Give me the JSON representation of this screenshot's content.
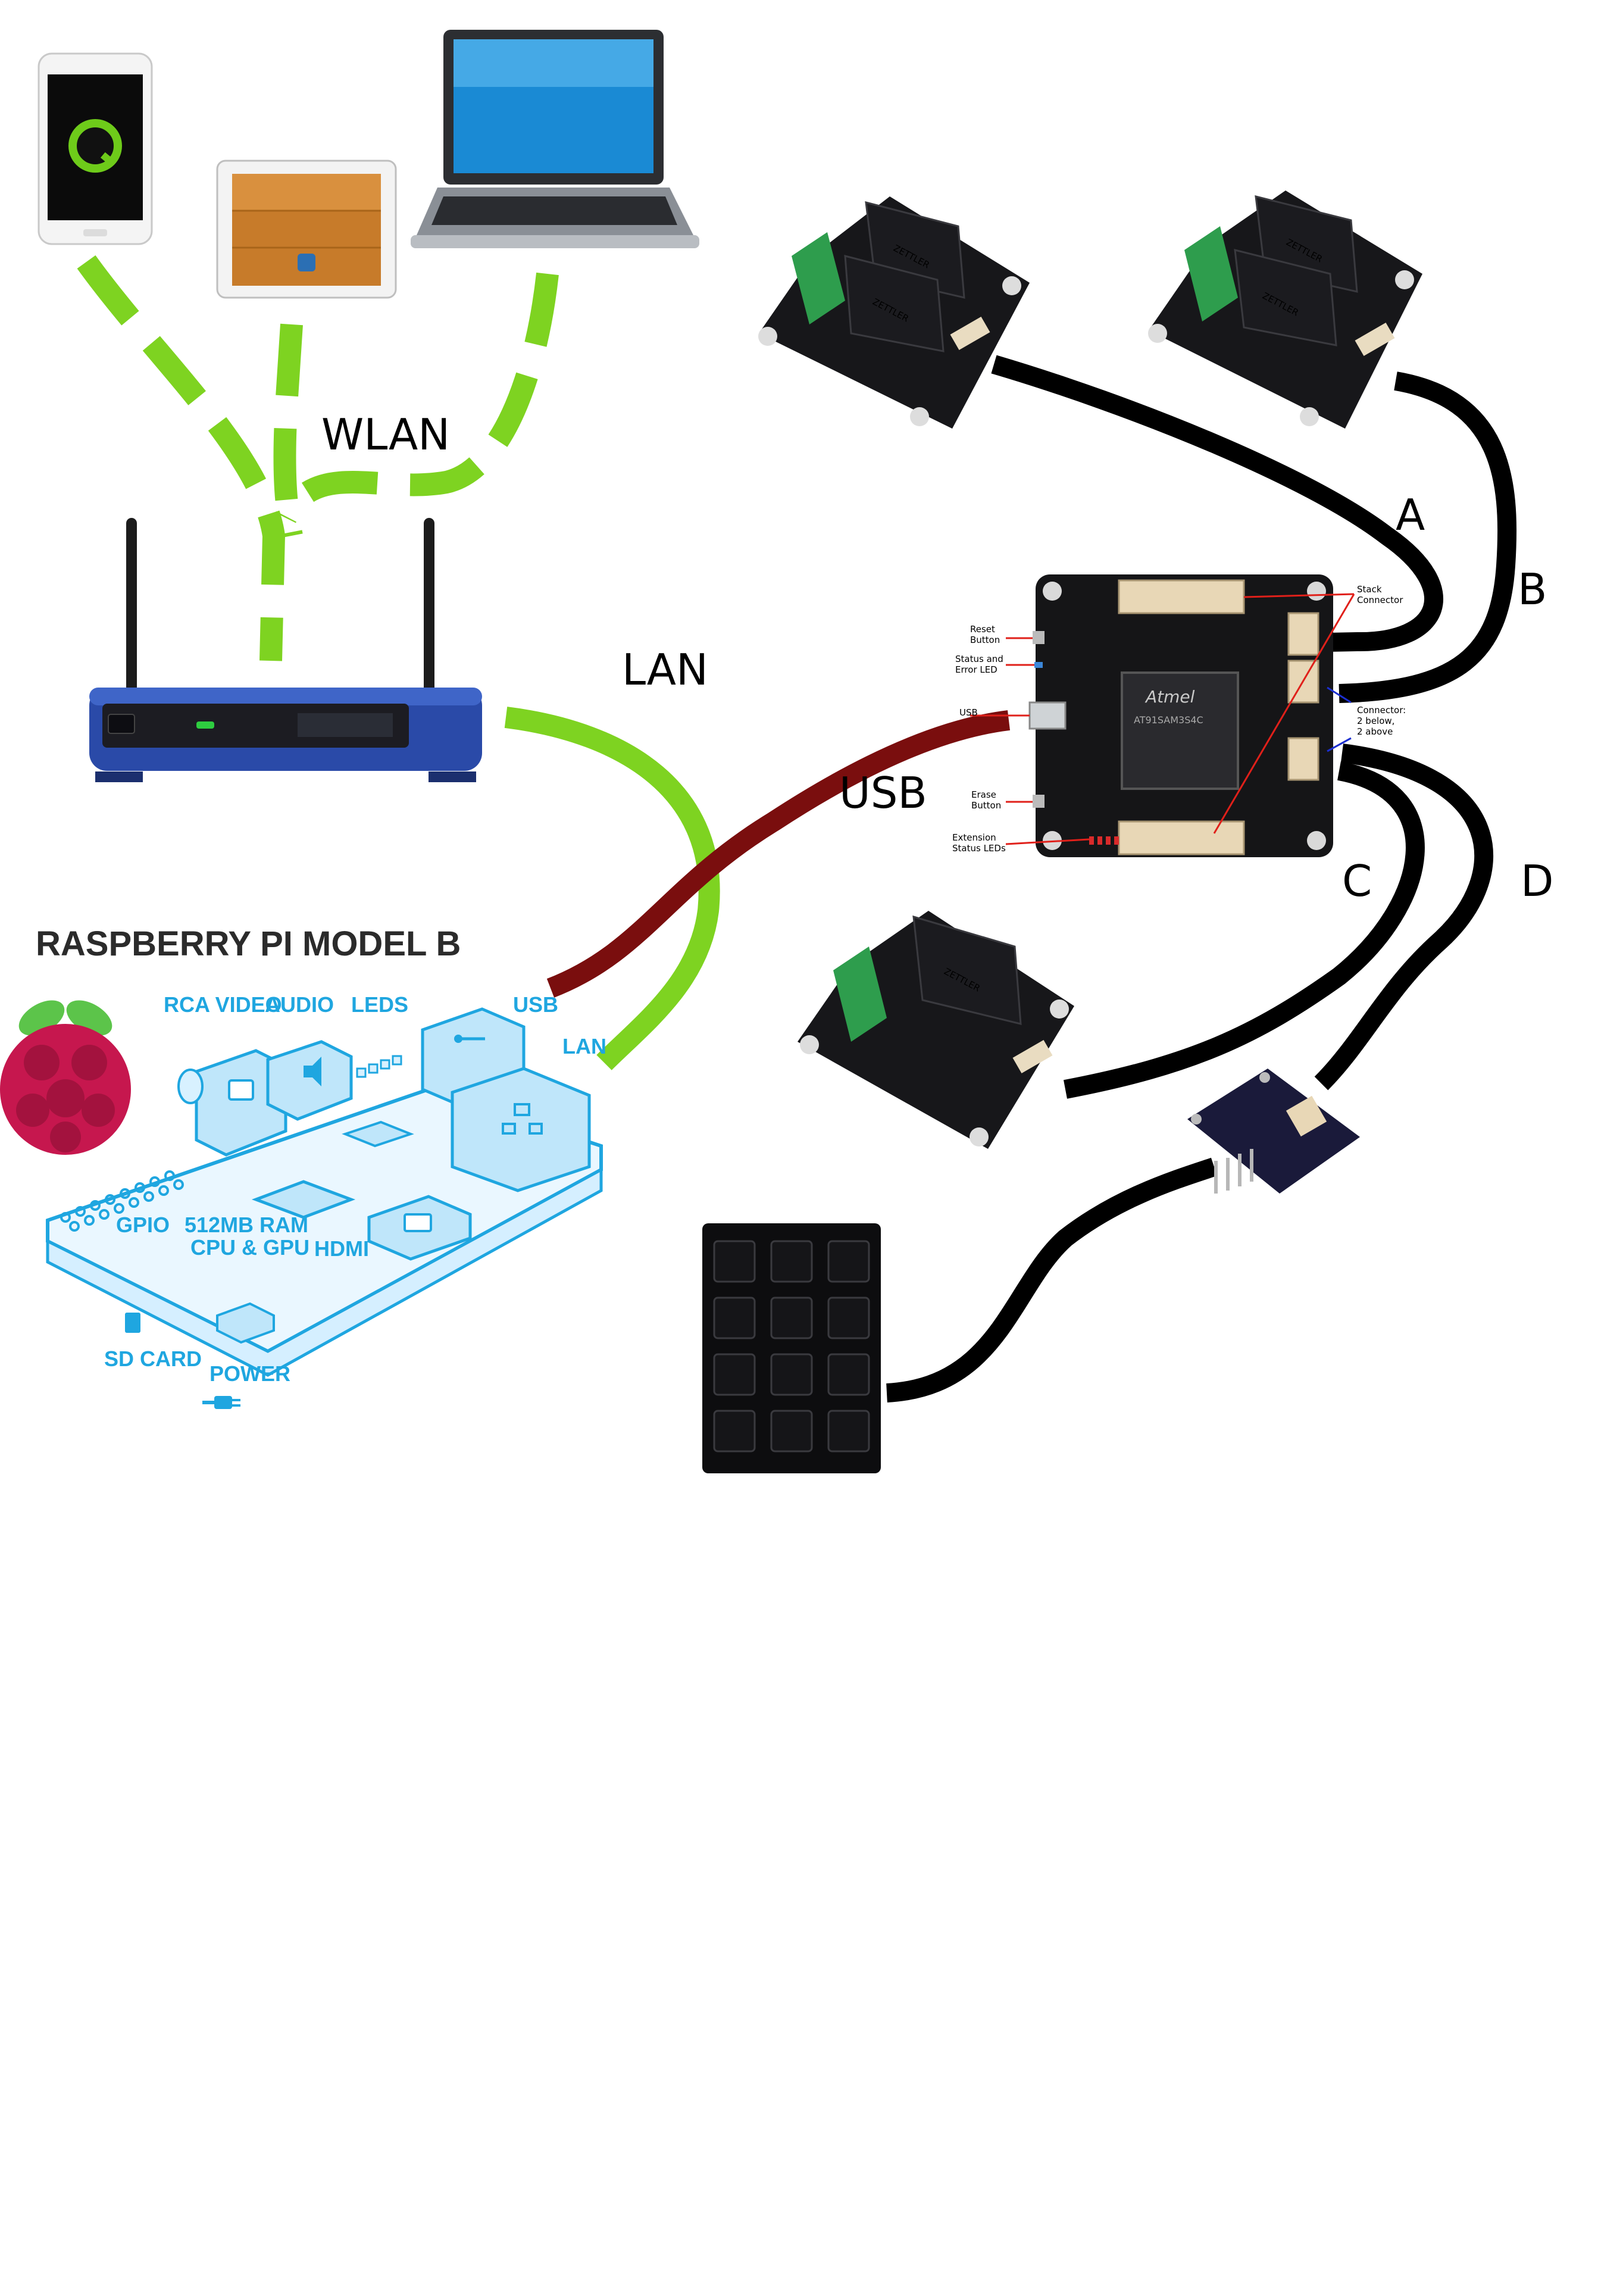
{
  "connections": {
    "wlan": "WLAN",
    "lan": "LAN",
    "usb": "USB",
    "bus_a": "A",
    "bus_b": "B",
    "bus_c": "C",
    "bus_d": "D"
  },
  "raspberry_pi": {
    "title": "RASPBERRY PI MODEL B",
    "labels": {
      "rca_video": "RCA VIDEO",
      "audio": "AUDIO",
      "leds": "LEDS",
      "usb": "USB",
      "lan": "LAN",
      "gpio": "GPIO",
      "ram_line1": "512MB RAM",
      "ram_line2": "CPU & GPU",
      "hdmi": "HDMI",
      "sd_card": "SD CARD",
      "power": "POWER"
    }
  },
  "master_board": {
    "annotations": {
      "reset_1": "Reset",
      "reset_2": "Button",
      "status_1": "Status and",
      "status_2": "Error LED",
      "usb": "USB",
      "erase_1": "Erase",
      "erase_2": "Button",
      "ext_1": "Extension",
      "ext_2": "Status LEDs",
      "stack_1": "Stack",
      "stack_2": "Connector",
      "conn_1": "Connector:",
      "conn_2": "2 below,",
      "conn_3": "2 above"
    },
    "chip_brand": "Atmel",
    "chip_model": "AT91SAM3S4C"
  },
  "relay_board": {
    "relay_mark": "ZETTLER"
  },
  "colors": {
    "wlan": "#7ed321",
    "lan": "#7ed321",
    "usb": "#7a0e0e",
    "bus": "#000000",
    "rpi_blue": "#1fa6e0",
    "annotation_arrow": "#e0201a"
  },
  "icons": [
    "smartphone-icon",
    "tablet-icon",
    "laptop-icon",
    "router-icon",
    "raspberry-pi-logo",
    "relay-board",
    "master-brick",
    "sensor-bricklet",
    "touch-pad"
  ]
}
